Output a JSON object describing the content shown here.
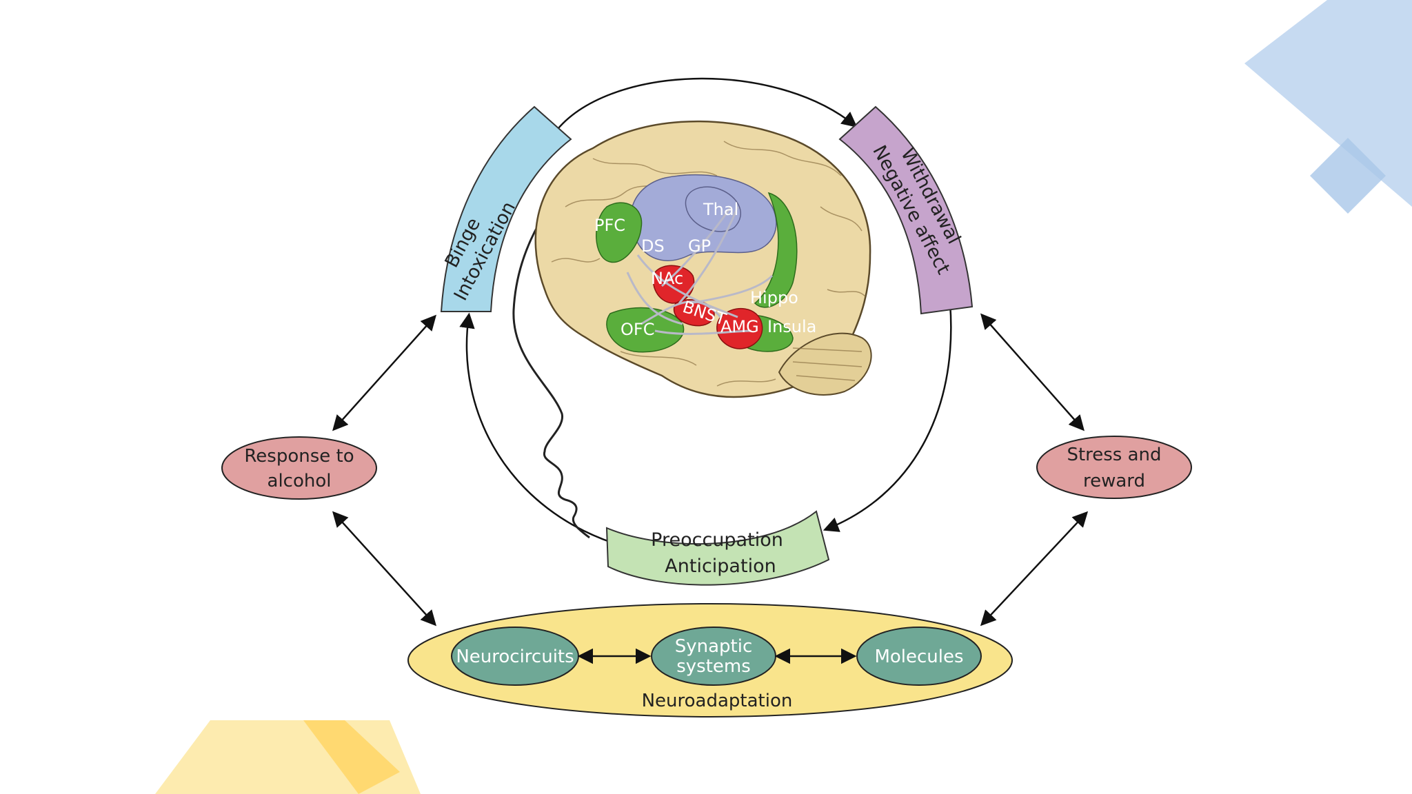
{
  "stages": {
    "binge": {
      "line1": "Binge",
      "line2": "Intoxication",
      "color": "#a8d8ea"
    },
    "withdrawal": {
      "line1": "Withdrawal",
      "line2": "Negative affect",
      "color": "#c6a4cc"
    },
    "preoccupation": {
      "line1": "Preoccupation",
      "line2": "Anticipation",
      "color": "#c4e3b4"
    }
  },
  "ovals": {
    "response": {
      "line1": "Response to",
      "line2": "alcohol",
      "color": "#e0a0a0"
    },
    "stress": {
      "line1": "Stress and",
      "line2": "reward",
      "color": "#e0a0a0"
    }
  },
  "neuroadaptation": {
    "label": "Neuroadaptation",
    "color": "#f9e48c",
    "items": {
      "neurocircuits": "Neurocircuits",
      "synaptic_line1": "Synaptic",
      "synaptic_line2": "systems",
      "molecules": "Molecules"
    },
    "item_color": "#6fa896"
  },
  "brain_regions": {
    "pfc": "PFC",
    "ds": "DS",
    "thal": "Thal",
    "gp": "GP",
    "nac": "NAc",
    "bns": "BNST",
    "hippo": "Hippo",
    "ofc": "OFC",
    "amg": "AMG",
    "insula": "Insula"
  },
  "colors": {
    "brain": "#ecd9a6",
    "region_green": "#5aae3c",
    "region_blue": "#a3abd8",
    "region_red": "#e0252a",
    "deco_blue": "#bcd4ee",
    "deco_yellow": "#ffe38a"
  }
}
